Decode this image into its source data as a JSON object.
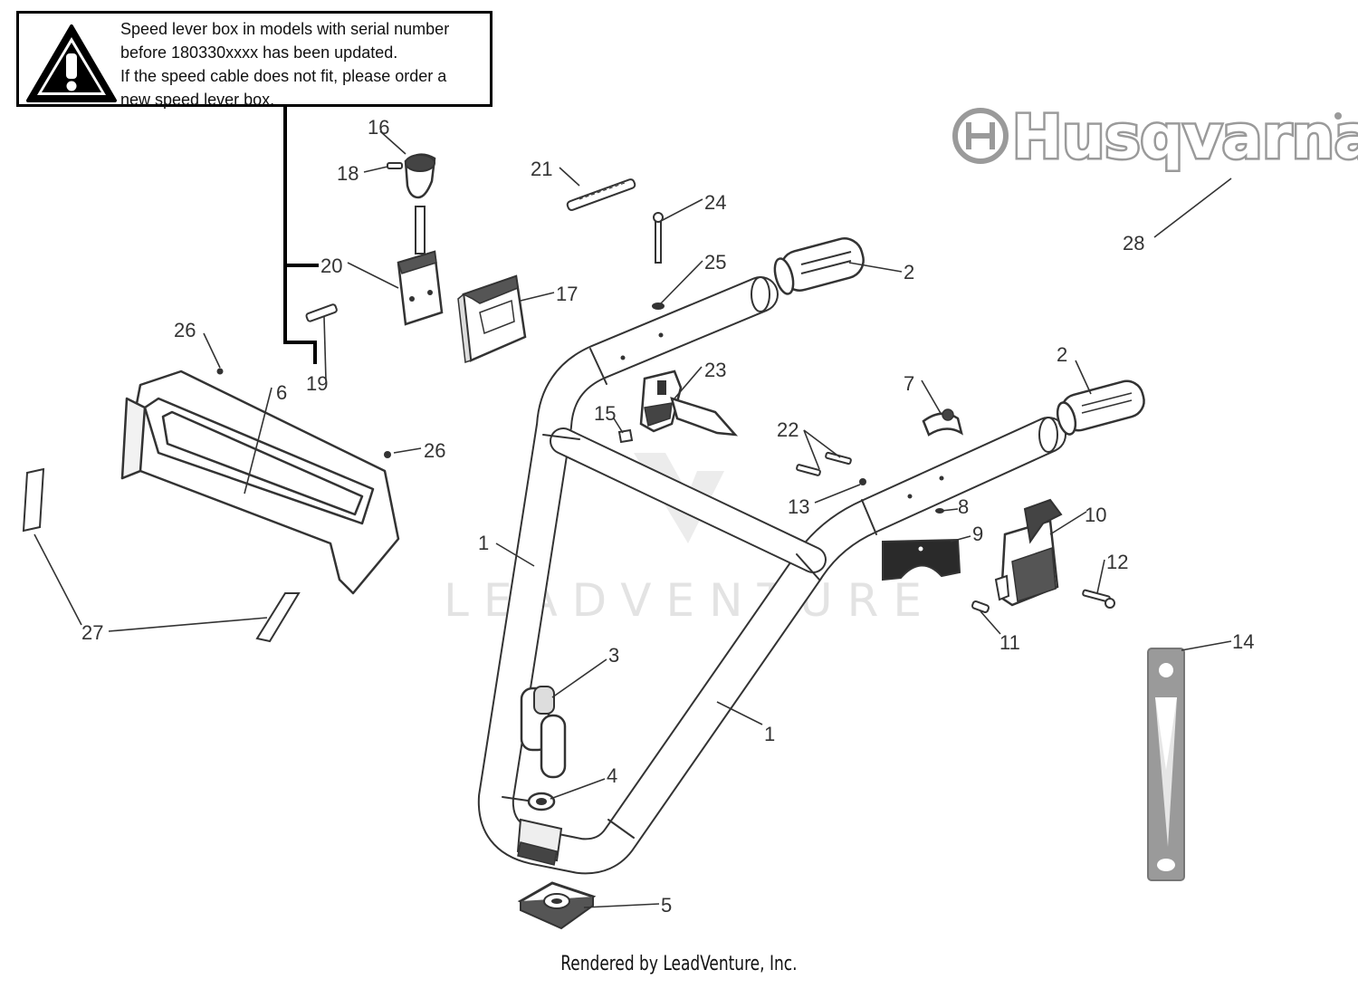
{
  "warning": {
    "lines": [
      "Speed lever box in models with serial number",
      "before 180330xxxx has been updated.",
      "If the speed cable does not fit, please order a",
      "new speed lever box."
    ]
  },
  "logo": {
    "text": "Husqvarna"
  },
  "watermark": {
    "text": "LEADVENTURE"
  },
  "footer": {
    "text": "Rendered by LeadVenture, Inc."
  },
  "callouts": [
    {
      "id": "c1a",
      "label": "1"
    },
    {
      "id": "c1b",
      "label": "1"
    },
    {
      "id": "c2a",
      "label": "2"
    },
    {
      "id": "c2b",
      "label": "2"
    },
    {
      "id": "c3",
      "label": "3"
    },
    {
      "id": "c4",
      "label": "4"
    },
    {
      "id": "c5",
      "label": "5"
    },
    {
      "id": "c6",
      "label": "6"
    },
    {
      "id": "c7",
      "label": "7"
    },
    {
      "id": "c8",
      "label": "8"
    },
    {
      "id": "c9",
      "label": "9"
    },
    {
      "id": "c10",
      "label": "10"
    },
    {
      "id": "c11",
      "label": "11"
    },
    {
      "id": "c12",
      "label": "12"
    },
    {
      "id": "c13",
      "label": "13"
    },
    {
      "id": "c14",
      "label": "14"
    },
    {
      "id": "c15",
      "label": "15"
    },
    {
      "id": "c16",
      "label": "16"
    },
    {
      "id": "c17",
      "label": "17"
    },
    {
      "id": "c18",
      "label": "18"
    },
    {
      "id": "c19",
      "label": "19"
    },
    {
      "id": "c20",
      "label": "20"
    },
    {
      "id": "c21",
      "label": "21"
    },
    {
      "id": "c22",
      "label": "22"
    },
    {
      "id": "c23",
      "label": "23"
    },
    {
      "id": "c24",
      "label": "24"
    },
    {
      "id": "c25",
      "label": "25"
    },
    {
      "id": "c26a",
      "label": "26"
    },
    {
      "id": "c26b",
      "label": "26"
    },
    {
      "id": "c27",
      "label": "27"
    },
    {
      "id": "c28",
      "label": "28"
    }
  ],
  "colors": {
    "line": "#333333",
    "part_fill": "#ffffff",
    "dark": "#2a2a2a",
    "logo_stroke": "#9a9a9a"
  }
}
